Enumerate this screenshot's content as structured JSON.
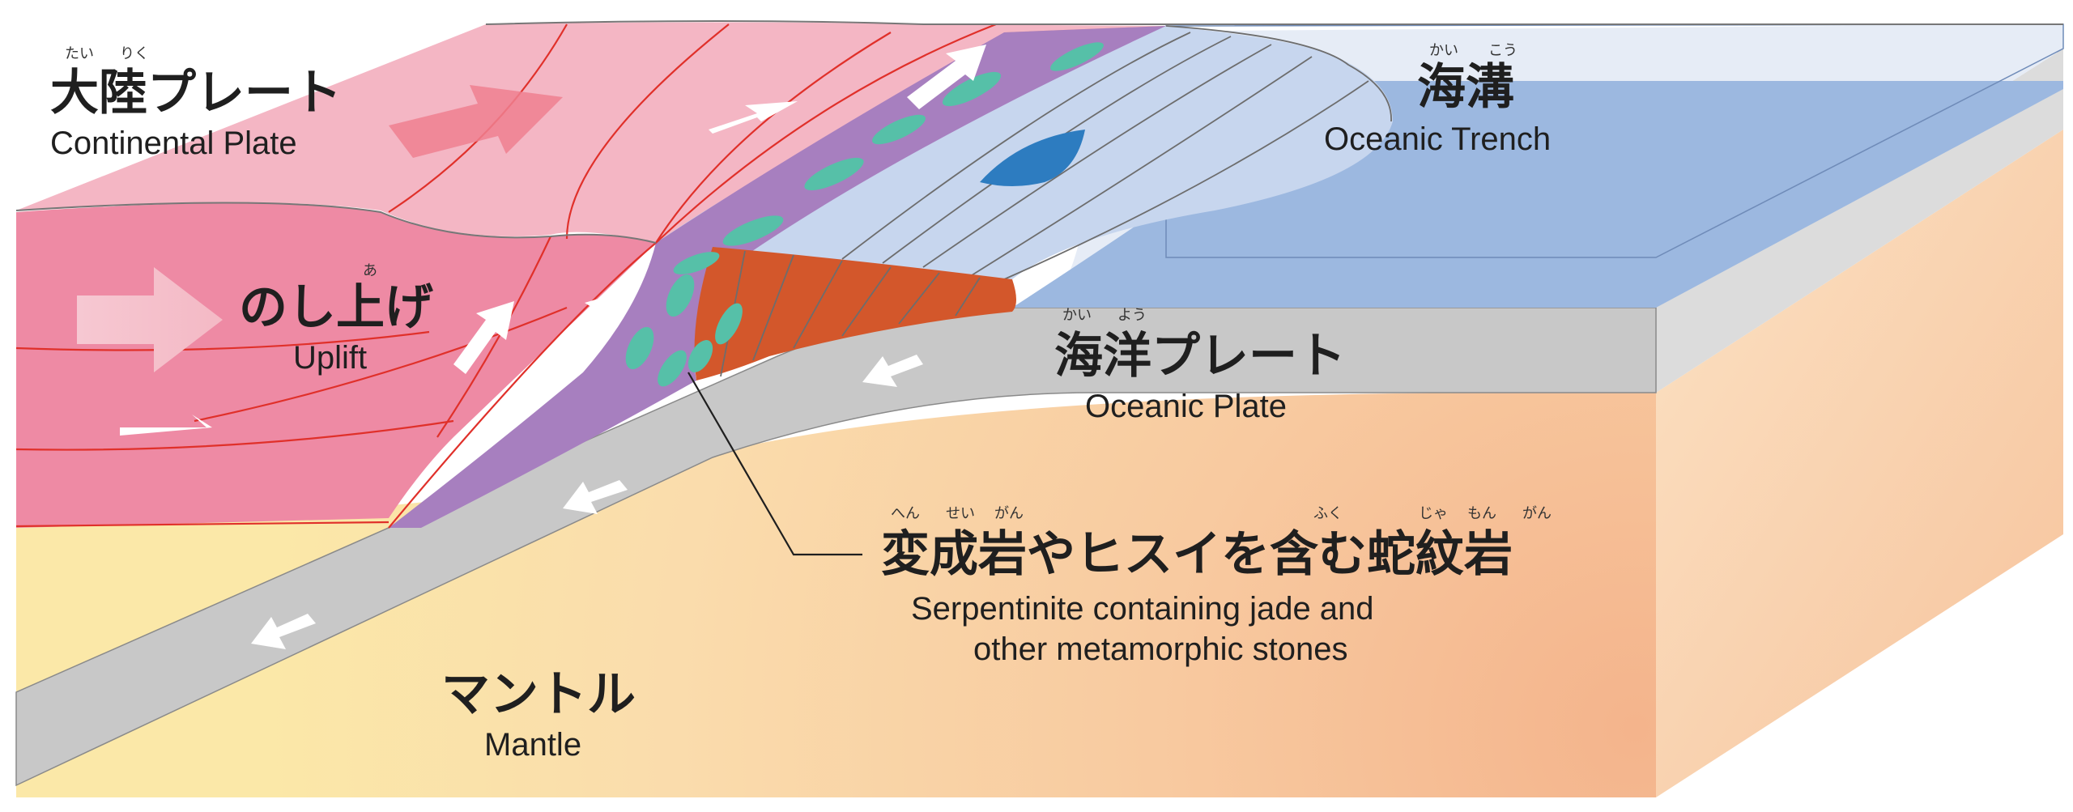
{
  "labels": {
    "continental": {
      "ruby1": "たい",
      "ruby2": "りく",
      "ja": "大陸プレート",
      "en": "Continental Plate"
    },
    "uplift": {
      "ruby": "あ",
      "ja": "のし上げ",
      "en": "Uplift"
    },
    "trench": {
      "ruby1": "かい",
      "ruby2": "こう",
      "ja": "海溝",
      "en": "Oceanic Trench"
    },
    "oceanic": {
      "ruby1": "かい",
      "ruby2": "よう",
      "ja": "海洋プレート",
      "en": "Oceanic Plate"
    },
    "serpentinite": {
      "ruby1": "へん",
      "ruby2": "せい",
      "ruby3": "がん",
      "ruby4": "ふく",
      "ruby5": "じゃ",
      "ruby6": "もん",
      "ruby7": "がん",
      "ja": "変成岩やヒスイを含む蛇紋岩",
      "en_line1": "Serpentinite containing jade and",
      "en_line2": "other metamorphic stones"
    },
    "mantle": {
      "ja": "マントル",
      "en": "Mantle"
    }
  },
  "colors": {
    "continental_top": "#f4b6c4",
    "continental_front": "#ee8aa4",
    "ocean_water": "#9cb8e0",
    "ocean_surface": "#d7e2f3",
    "oceanic_plate": "#c8c8c8",
    "mantle": "#f8cc98",
    "serpentinite": "#a77fbf",
    "jade": "#56c0a8",
    "accretion": "#d3572b",
    "fault_line": "#e0302a"
  }
}
